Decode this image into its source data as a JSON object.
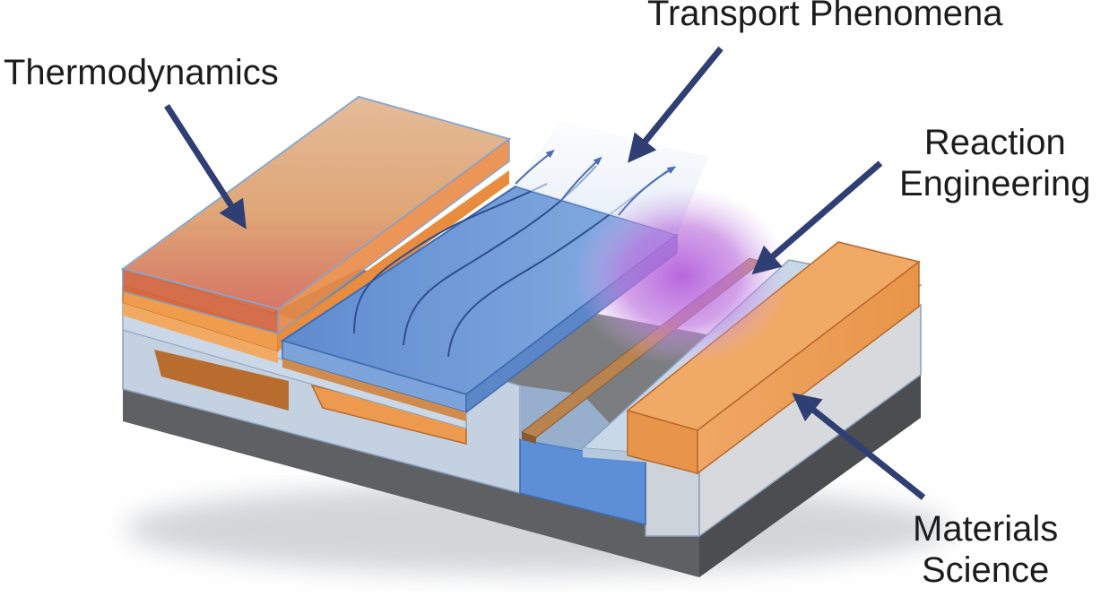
{
  "labels": {
    "thermodynamics": "Thermodynamics",
    "transport_phenomena": "Transport Phenomena",
    "reaction_engineering_line1": "Reaction",
    "reaction_engineering_line2": "Engineering",
    "materials_science_line1": "Materials",
    "materials_science_line2": "Science"
  },
  "colors": {
    "substrate_dark": "#6d6d6d",
    "substrate_light": "#c8ccd2",
    "glass": "#b9cfe6",
    "orange": "#e9964a",
    "orange_dark": "#b86a2a",
    "blue_channel": "#6f9ad6",
    "purple_glow": "#b06ad8",
    "arrow": "#2f3f73"
  }
}
